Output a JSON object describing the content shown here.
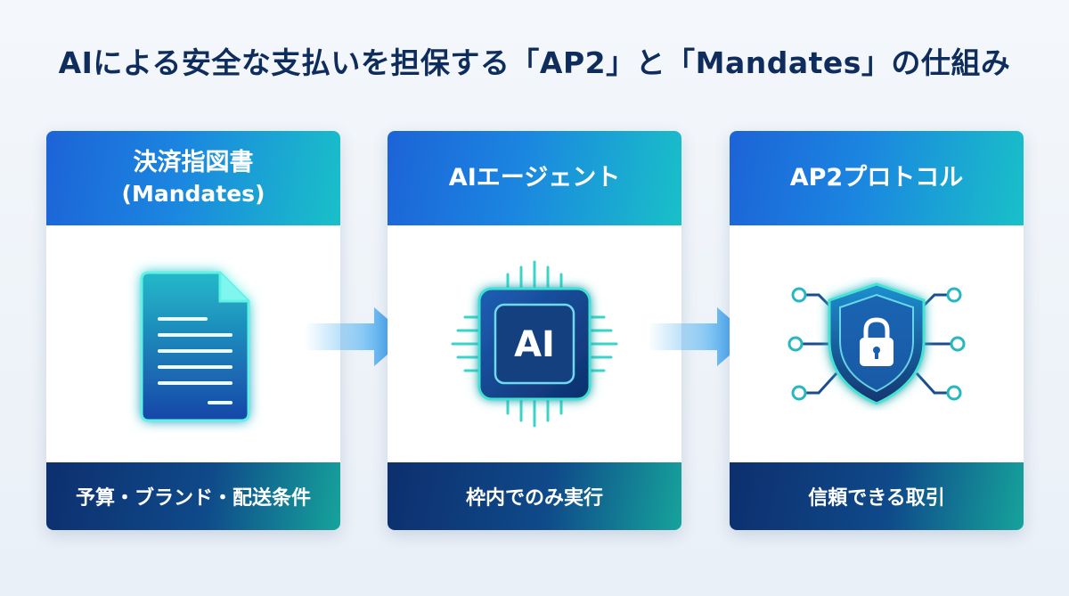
{
  "title": "AIによる安全な支払いを担保する「AP2」と「Mandates」の仕組み",
  "steps": [
    {
      "title": "決済指図書",
      "subtitle": "(Mandates)",
      "icon": "document-icon",
      "footer": "予算・ブランド・配送条件"
    },
    {
      "title": "AIエージェント",
      "icon": "ai-chip-icon",
      "icon_text": "AI",
      "footer": "枠内でのみ実行"
    },
    {
      "title": "AP2プロトコル",
      "icon": "shield-lock-icon",
      "footer": "信頼できる取引"
    }
  ],
  "colors": {
    "title": "#0f2d5c",
    "header_start": "#1c63d8",
    "header_end": "#19c0c8",
    "footer_start": "#0d2f6e",
    "footer_end": "#16a39b",
    "arrow": "#1f8ae6",
    "icon_glow": "#2ee6d6"
  }
}
